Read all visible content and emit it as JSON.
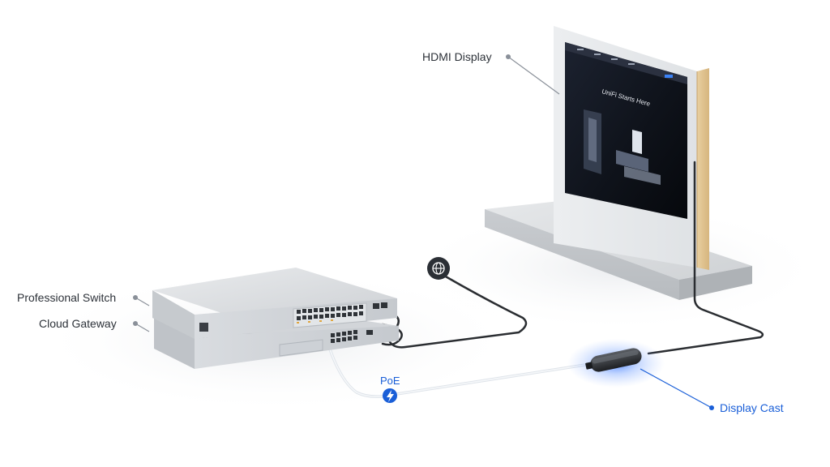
{
  "labels": {
    "hdmi_display": "HDMI Display",
    "professional_switch": "Professional Switch",
    "cloud_gateway": "Cloud Gateway",
    "poe": "PoE",
    "display_cast": "Display Cast"
  },
  "screen": {
    "headline": "UniFi Starts Here"
  },
  "colors": {
    "accent_blue": "#1a5fd8",
    "label_text": "#2d3239",
    "cable_dark": "#2a2d31",
    "cable_light": "#e4e8ee"
  },
  "icons": {
    "internet": "globe-icon",
    "poe": "lightning-icon"
  }
}
